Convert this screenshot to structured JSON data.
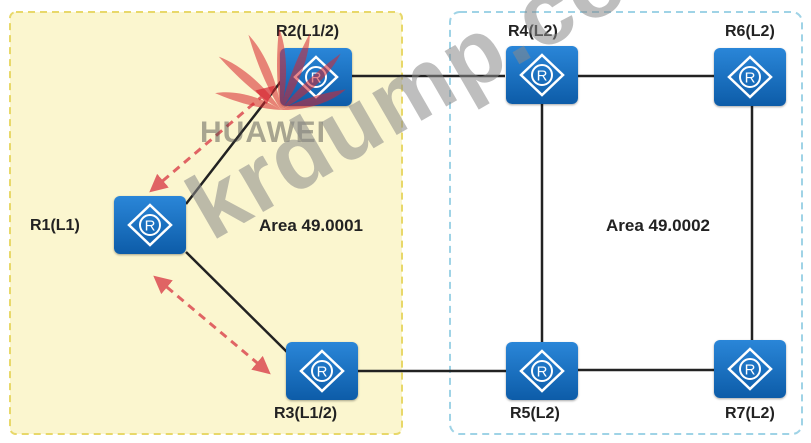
{
  "areas": [
    {
      "id": "area1",
      "label": "Area 49.0001"
    },
    {
      "id": "area2",
      "label": "Area 49.0002"
    }
  ],
  "routers": [
    {
      "id": "R1",
      "label": "R1(L1)"
    },
    {
      "id": "R2",
      "label": "R2(L1/2)"
    },
    {
      "id": "R3",
      "label": "R3(L1/2)"
    },
    {
      "id": "R4",
      "label": "R4(L2)"
    },
    {
      "id": "R5",
      "label": "R5(L2)"
    },
    {
      "id": "R6",
      "label": "R6(L2)"
    },
    {
      "id": "R7",
      "label": "R7(L2)"
    }
  ],
  "links": [
    {
      "from": "R1",
      "to": "R2"
    },
    {
      "from": "R1",
      "to": "R3"
    },
    {
      "from": "R2",
      "to": "R4"
    },
    {
      "from": "R4",
      "to": "R6"
    },
    {
      "from": "R4",
      "to": "R5"
    },
    {
      "from": "R6",
      "to": "R7"
    },
    {
      "from": "R3",
      "to": "R5"
    },
    {
      "from": "R5",
      "to": "R7"
    }
  ],
  "adjacency_arrows": [
    {
      "between": [
        "R1",
        "R2"
      ],
      "style": "dashed-bidirectional"
    },
    {
      "between": [
        "R1",
        "R3"
      ],
      "style": "dashed-bidirectional"
    }
  ],
  "router_icon_letter": "R",
  "watermarks": {
    "brand": "HUAWEI",
    "site": "krdump.com"
  },
  "colors": {
    "area1_fill": "#fbf6cf",
    "area1_border": "#e8d86a",
    "area2_border": "#9fd3e6",
    "router_blue": "#1a6fc2",
    "link": "#222222",
    "arrow": "#e06464",
    "brand_red": "#d8262e"
  }
}
